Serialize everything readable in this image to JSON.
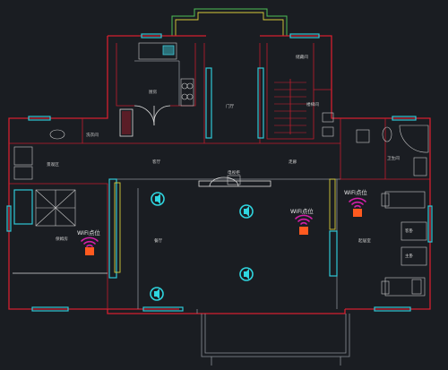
{
  "plan": {
    "wifi_points": [
      {
        "label": "WiFi点位"
      },
      {
        "label": "WiFi点位"
      },
      {
        "label": "WiFi点位"
      }
    ],
    "room_labels": [
      "储藏间",
      "厨房",
      "门厅",
      "楼梯间",
      "景观区",
      "洗衣间",
      "客厅",
      "走廊",
      "卫生间",
      "餐厅",
      "保姆房",
      "起居室",
      "电视柜",
      "客卧",
      "主卧"
    ],
    "colors": {
      "background": "#1a1d22",
      "wall": "#d42030",
      "window": "#2fc7d6",
      "wifi_router": "#ff5a1f",
      "wifi_signal": "#d21fa8",
      "speaker": "#2fd6e0"
    }
  }
}
